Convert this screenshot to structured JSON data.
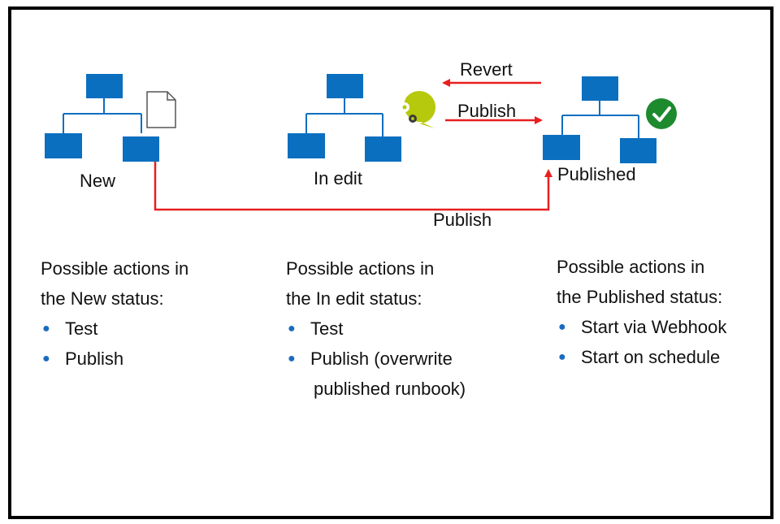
{
  "colors": {
    "tree": "#0b6fc0",
    "arrow": "#e81f1f",
    "edit_badge": "#b6c90c",
    "published_badge": "#1e8a2e"
  },
  "icons": [
    "document-icon",
    "gear-icon",
    "check-icon"
  ],
  "states": {
    "new": {
      "label": "New"
    },
    "in_edit": {
      "label": "In edit"
    },
    "published": {
      "label": "Published"
    }
  },
  "arrows": {
    "revert": "Revert",
    "publish_edit": "Publish",
    "publish_new": "Publish"
  },
  "columns": [
    {
      "title": [
        "Possible actions in",
        "the New status:"
      ],
      "items": [
        "Test",
        "Publish"
      ]
    },
    {
      "title": [
        "Possible actions in",
        "the In edit status:"
      ],
      "items": [
        "Test",
        "Publish (overwrite",
        "published runbook)"
      ]
    },
    {
      "title": [
        "Possible actions in",
        "the Published status:"
      ],
      "items": [
        "Start via Webhook",
        "Start on schedule"
      ]
    }
  ]
}
